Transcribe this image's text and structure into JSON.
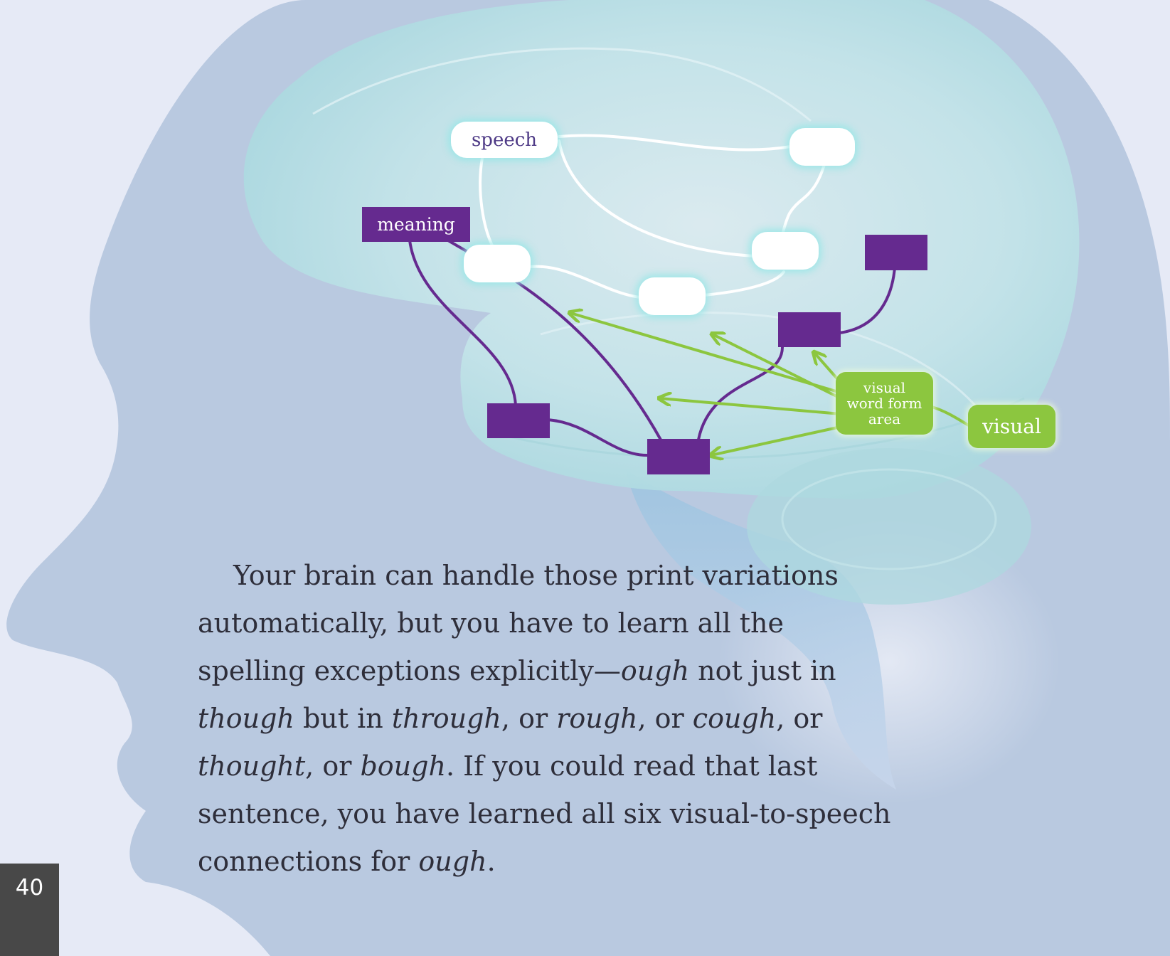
{
  "diagram": {
    "labels": {
      "speech": "speech",
      "meaning": "meaning",
      "visual_word_form_area": [
        "visual",
        "word form",
        "area"
      ],
      "visual": "visual"
    }
  },
  "body_text": {
    "lines": [
      [
        {
          "t": "Your brain can handle those print variations"
        }
      ],
      [
        {
          "t": "automatically, but you have to learn all the"
        }
      ],
      [
        {
          "t": "spelling exceptions explicitly—"
        },
        {
          "t": "ough",
          "i": true
        },
        {
          "t": " not just in"
        }
      ],
      [
        {
          "t": "though",
          "i": true
        },
        {
          "t": " but in "
        },
        {
          "t": "through",
          "i": true
        },
        {
          "t": ", or "
        },
        {
          "t": "rough",
          "i": true
        },
        {
          "t": ", or "
        },
        {
          "t": "cough",
          "i": true
        },
        {
          "t": ", or"
        }
      ],
      [
        {
          "t": "thought",
          "i": true
        },
        {
          "t": ", or "
        },
        {
          "t": "bough",
          "i": true
        },
        {
          "t": ". If you could read that last"
        }
      ],
      [
        {
          "t": "sentence, you have learned all six visual-to-speech"
        }
      ],
      [
        {
          "t": "connections for "
        },
        {
          "t": "ough",
          "i": true
        },
        {
          "t": "."
        }
      ]
    ]
  },
  "page_number": "40",
  "colors": {
    "background": "#e6eaf6",
    "head": "#b9c9e0",
    "brain": "#bfe3e8",
    "node_white": "#ffffff",
    "node_purple": "#652a8f",
    "node_green": "#8cc63f",
    "connector_white": "#ffffff",
    "connector_purple": "#652a8f",
    "arrow_green": "#8cc63f",
    "text": "#2e2e3a",
    "page_number_box": "#484848"
  }
}
